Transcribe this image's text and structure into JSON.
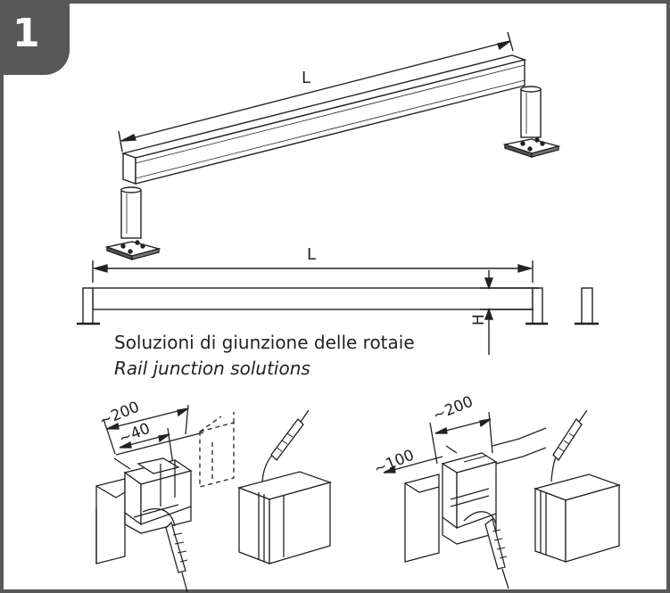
{
  "step_number": "1",
  "dimensions": {
    "length_top": "L",
    "length_side": "L",
    "height": "H"
  },
  "caption": {
    "italian": "Soluzioni di giunzione delle rotaie",
    "english": "Rail junction solutions"
  },
  "junction_left": {
    "dim_outer": "~200",
    "dim_inner": "~40"
  },
  "junction_right": {
    "dim_outer": "~200",
    "dim_offset": "~100"
  },
  "colors": {
    "frame": "#585858",
    "badge": "#585858",
    "line": "#222222"
  }
}
